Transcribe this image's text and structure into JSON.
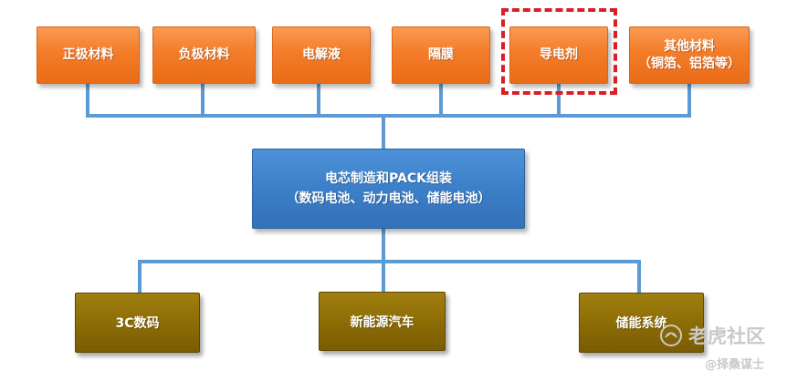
{
  "materials": [
    {
      "line1": "正极材料",
      "line2": ""
    },
    {
      "line1": "负极材料",
      "line2": ""
    },
    {
      "line1": "电解液",
      "line2": ""
    },
    {
      "line1": "隔膜",
      "line2": ""
    },
    {
      "line1": "导电剂",
      "line2": ""
    },
    {
      "line1": "其他材料",
      "line2": "（铜箔、铝箔等）"
    }
  ],
  "highlighted_material": "导电剂",
  "highlight_color": "#d81f26",
  "center": {
    "line1": "电芯制造和PACK组装",
    "line2": "（数码电池、动力电池、储能电池）"
  },
  "applications": [
    "3C数码",
    "新能源汽车",
    "储能系统"
  ],
  "colors": {
    "material_box": "#f37c29",
    "center_box": "#3c7fc8",
    "application_box": "#8b6b05",
    "connector": "#5b9bd5"
  },
  "watermark": {
    "brand": "老虎社区",
    "author": "@择桑谋士",
    "icon": "tiger-logo-icon"
  }
}
